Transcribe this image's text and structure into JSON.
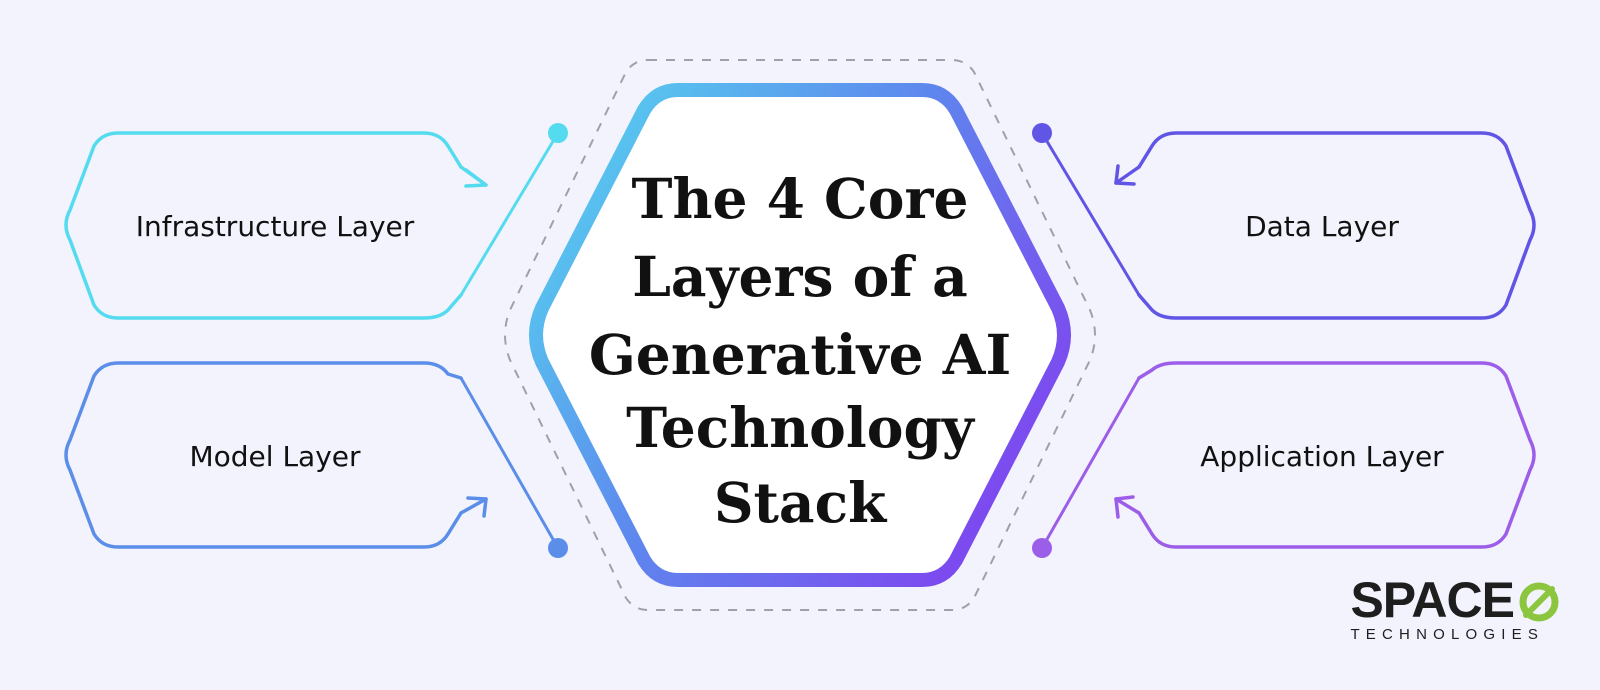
{
  "center": {
    "title_lines": [
      "The 4 Core",
      "Layers of a",
      "Generative AI",
      "Technology",
      "Stack"
    ]
  },
  "layers": {
    "infrastructure": {
      "label": "Infrastructure Layer",
      "color": "#55dbef"
    },
    "model": {
      "label": "Model Layer",
      "color": "#5b8ee8"
    },
    "data": {
      "label": "Data Layer",
      "color": "#6155e6"
    },
    "application": {
      "label": "Application Layer",
      "color": "#9c5ee8"
    }
  },
  "brand": {
    "name": "SPACE",
    "tagline": "TECHNOLOGIES",
    "accent_color": "#8cc63f"
  },
  "colors": {
    "background": "#f3f3fd",
    "gradient_start": "#55dbef",
    "gradient_end": "#7c4bef",
    "dashed_outline": "#a0a0a8"
  }
}
